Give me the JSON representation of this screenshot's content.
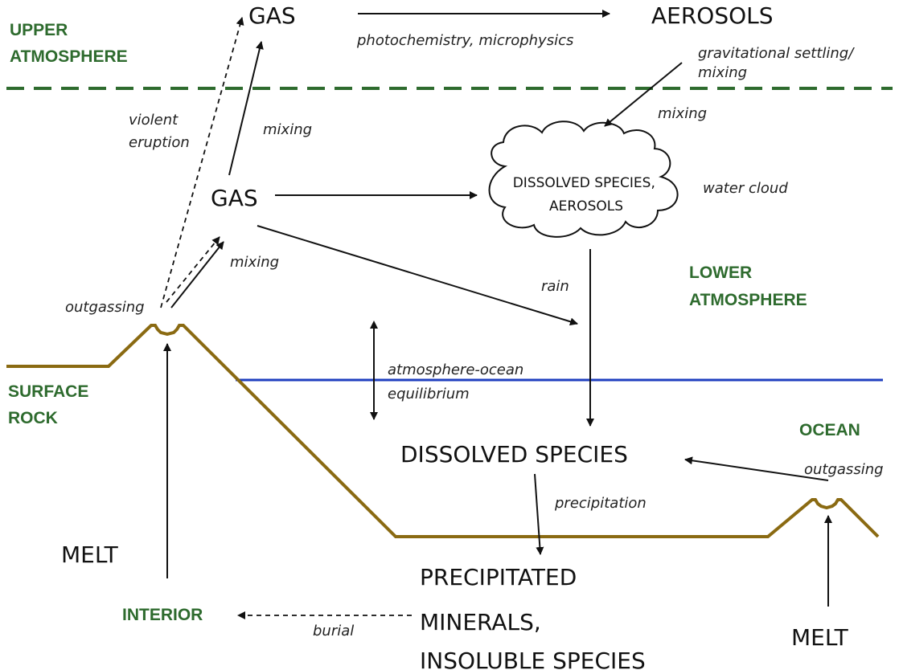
{
  "colors": {
    "zone_label": "#2e6b2e",
    "boundary_dashed": "#2e6b2e",
    "ground": "#8a6a12",
    "ocean_surface": "#1f3fbf",
    "arrow": "#111111"
  },
  "zones": {
    "upper_atmosphere": [
      "UPPER",
      "ATMOSPHERE"
    ],
    "lower_atmosphere": [
      "LOWER",
      "ATMOSPHERE"
    ],
    "surface_rock": [
      "SURFACE",
      "ROCK"
    ],
    "ocean": "OCEAN",
    "interior": "INTERIOR"
  },
  "nodes": {
    "gas_upper": "GAS",
    "aerosols_upper": "AEROSOLS",
    "gas_lower": "GAS",
    "cloud": [
      "DISSOLVED SPECIES,",
      "AEROSOLS"
    ],
    "dissolved_species": "DISSOLVED SPECIES",
    "precipitated": [
      "PRECIPITATED",
      "MINERALS,",
      "INSOLUBLE SPECIES"
    ],
    "melt_left": "MELT",
    "melt_right": "MELT"
  },
  "processes": {
    "photochemistry": "photochemistry, microphysics",
    "gravitational_settling": [
      "gravitational settling/",
      "mixing"
    ],
    "mixing_cloud": "mixing",
    "violent_eruption": [
      "violent",
      "eruption"
    ],
    "mixing_upper": "mixing",
    "water_cloud": "water cloud",
    "mixing_lower": "mixing",
    "rain": "rain",
    "outgassing_left": "outgassing",
    "atmosphere_ocean": [
      "atmosphere-ocean",
      "equilibrium"
    ],
    "outgassing_right": "outgassing",
    "precipitation": "precipitation",
    "burial": "burial"
  }
}
